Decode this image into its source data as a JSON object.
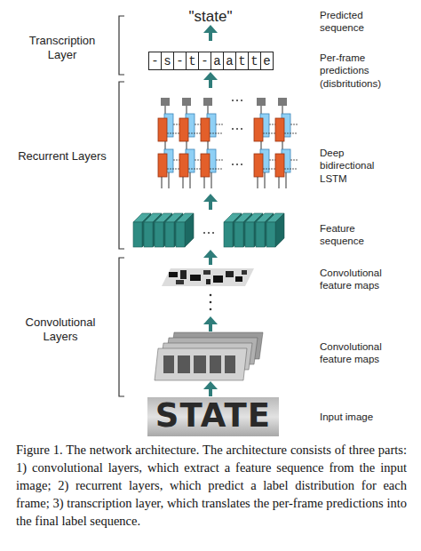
{
  "diagram": {
    "caption": "Figure 1. The network architecture. The architecture consists of three parts: 1) convolutional layers, which extract a feature sequence from the input image; 2) recurrent layers, which predict a label distribution for each frame; 3) transcription layer, which translates the per-frame predictions into the final label sequence.",
    "nodes": [
      {
        "text": [
          "-"
        ]
      },
      {
        "text": [
          "s"
        ]
      },
      {
        "text": [
          "-"
        ]
      },
      {
        "text": [
          "t"
        ]
      },
      {
        "text": [
          "-"
        ]
      },
      {
        "text": [
          "a"
        ]
      },
      {
        "text": [
          "a"
        ]
      },
      {
        "text": [
          "t"
        ]
      },
      {
        "text": [
          "t"
        ]
      },
      {
        "text": [
          "e"
        ]
      }
    ],
    "labels": [
      "Transcription Layer",
      "\"state\"",
      "Predicted sequence",
      "Per-frame predictions (disbritutions)",
      "Recurrent Layers",
      "Deep bidirectional LSTM",
      "Feature sequence",
      "Convolutional Layers",
      "Convolutional feature maps",
      "Convolutional feature maps",
      "STATE",
      "Input image"
    ]
  }
}
